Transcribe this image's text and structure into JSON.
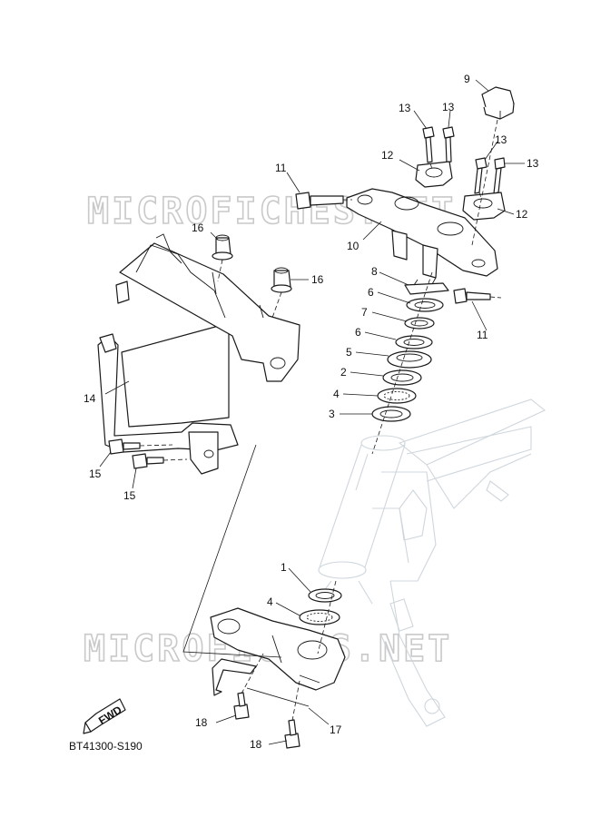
{
  "watermarks": [
    "MICROFICHES.NET",
    "MICROFICHES.NET"
  ],
  "diagram_code": "BT41300-S190",
  "fwd_label": "FWD",
  "callouts": [
    {
      "id": "c9",
      "text": "9"
    },
    {
      "id": "c13a",
      "text": "13"
    },
    {
      "id": "c13b",
      "text": "13"
    },
    {
      "id": "c13c",
      "text": "13"
    },
    {
      "id": "c13d",
      "text": "13"
    },
    {
      "id": "c12a",
      "text": "12"
    },
    {
      "id": "c12b",
      "text": "12"
    },
    {
      "id": "c11a",
      "text": "11"
    },
    {
      "id": "c11b",
      "text": "11"
    },
    {
      "id": "c10",
      "text": "10"
    },
    {
      "id": "c16a",
      "text": "16"
    },
    {
      "id": "c16b",
      "text": "16"
    },
    {
      "id": "c8",
      "text": "8"
    },
    {
      "id": "c6a",
      "text": "6"
    },
    {
      "id": "c7",
      "text": "7"
    },
    {
      "id": "c6b",
      "text": "6"
    },
    {
      "id": "c5",
      "text": "5"
    },
    {
      "id": "c2",
      "text": "2"
    },
    {
      "id": "c4a",
      "text": "4"
    },
    {
      "id": "c3",
      "text": "3"
    },
    {
      "id": "c14",
      "text": "14"
    },
    {
      "id": "c15a",
      "text": "15"
    },
    {
      "id": "c15b",
      "text": "15"
    },
    {
      "id": "c1",
      "text": "1"
    },
    {
      "id": "c4b",
      "text": "4"
    },
    {
      "id": "c18a",
      "text": "18"
    },
    {
      "id": "c17",
      "text": "17"
    },
    {
      "id": "c18b",
      "text": "18"
    }
  ]
}
